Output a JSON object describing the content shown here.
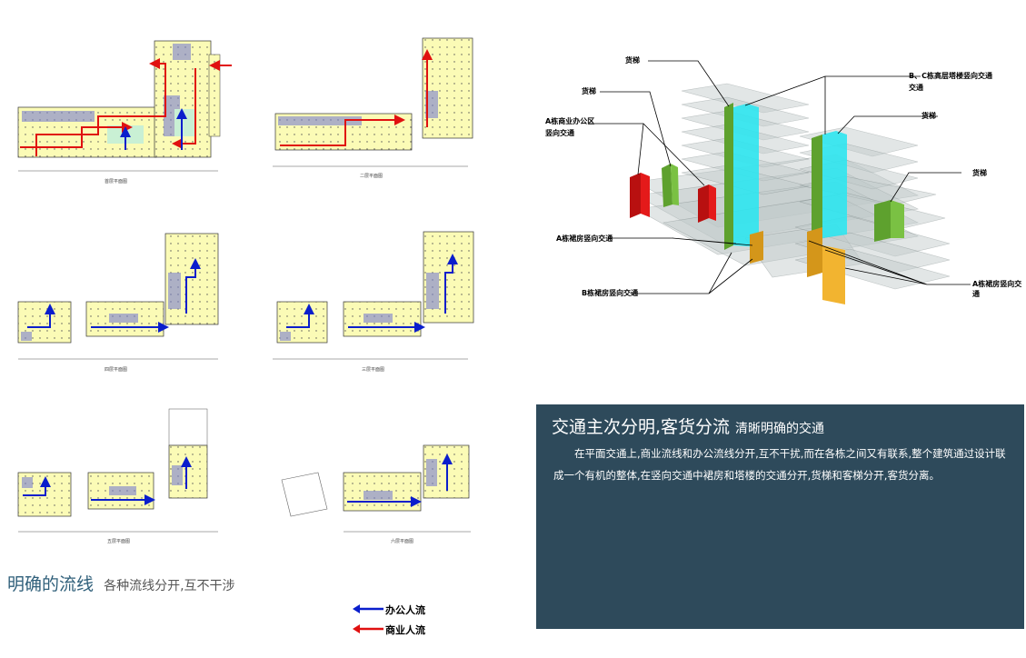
{
  "flow_section": {
    "title": "明确的流线",
    "subtitle": "各种流线分开,互不干涉",
    "legend": [
      {
        "label": "办公人流",
        "color": "#0a1ecc",
        "icon": "arrow-left-icon"
      },
      {
        "label": "商业人流",
        "color": "#e01010",
        "icon": "arrow-left-icon"
      }
    ]
  },
  "plans": {
    "captions": [
      "首层平面图",
      "二层平面图",
      "四层平面图",
      "三层平面图",
      "五层平面图",
      "六层平面图"
    ]
  },
  "stack_diagram": {
    "labels": {
      "freight_top_a": "货梯",
      "freight_top_b": "货梯",
      "a_office": "A栋商业办公区",
      "a_office_2": "竖向交通",
      "bc_tower": "B、C栋高层塔楼竖向交通",
      "bc_tower_2": "交通",
      "freight_right_a": "货梯",
      "freight_right_b": "货梯",
      "a_podium": "A栋裙房竖向交通",
      "b_podium": "B栋裙房竖向交通",
      "a_podium_right": "A栋裙房竖向交通"
    },
    "colors": {
      "red": "#e41a1a",
      "green": "#7ac143",
      "cyan": "#2ee6f0",
      "orange": "#f2b430",
      "slab": "#bfc9c9"
    }
  },
  "text_panel": {
    "title": "交通主次分明,客货分流",
    "subtitle": "清晰明确的交通",
    "body": "在平面交通上,商业流线和办公流线分开,互不干扰,而在各栋之间又有联系,整个建筑通过设计联成一个有机的整体,在竖向交通中裙房和塔楼的交通分开,货梯和客梯分开,客货分离。"
  }
}
